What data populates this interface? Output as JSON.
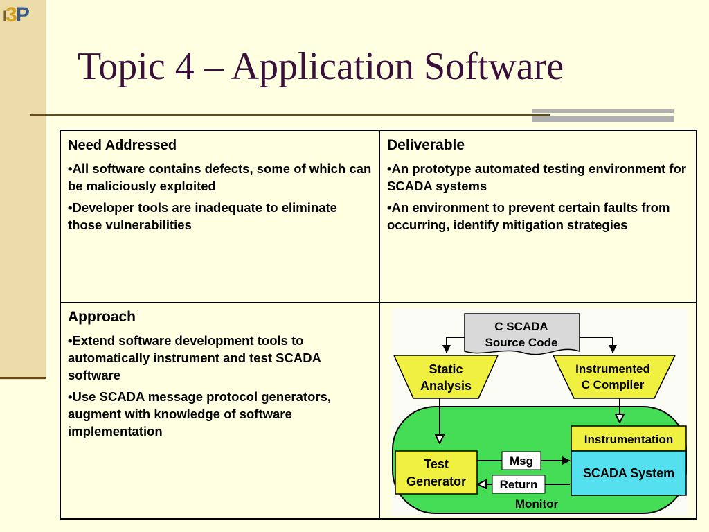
{
  "logo": {
    "text_1": "I",
    "text_3": "3",
    "text_p": "P"
  },
  "title": "Topic 4 – Application Software",
  "table": {
    "need": {
      "heading": "Need Addressed",
      "items": [
        "•All software contains defects, some of which can be maliciously exploited",
        "•Developer tools are inadequate to eliminate those vulnerabilities"
      ]
    },
    "deliverable": {
      "heading": "Deliverable",
      "items": [
        "•An prototype automated testing environment for SCADA systems",
        "•An environment to prevent certain faults from occurring, identify mitigation strategies"
      ]
    },
    "approach": {
      "heading": "Approach",
      "items": [
        "•Extend software development tools to automatically instrument and test SCADA software",
        "•Use SCADA message protocol generators, augment with knowledge of software implementation"
      ]
    }
  },
  "diagram": {
    "source_line1": "C SCADA",
    "source_line2": "Source Code",
    "static_line1": "Static",
    "static_line2": "Analysis",
    "compiler_line1": "Instrumented",
    "compiler_line2": "C Compiler",
    "test_line1": "Test",
    "test_line2": "Generator",
    "instrumentation": "Instrumentation",
    "scada_system": "SCADA System",
    "msg": "Msg",
    "return": "Return",
    "monitor": "Monitor",
    "colors": {
      "monitor_green": "#44dd55",
      "funnel_yellow": "#f0f040",
      "scada_cyan": "#55e0ef",
      "doc_gray": "#d9d9d9"
    }
  }
}
